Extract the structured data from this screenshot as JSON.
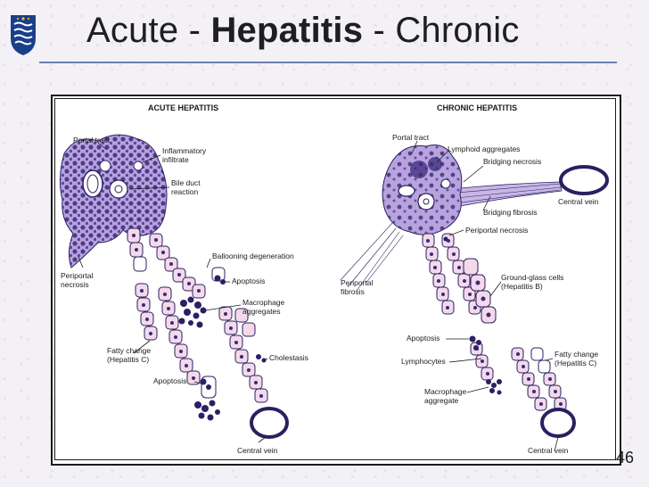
{
  "slide": {
    "title_part1": "Acute - ",
    "title_bold": "Hepatitis",
    "title_part2": " - Chronic",
    "page_number": "46"
  },
  "acute": {
    "heading": "ACUTE HEPATITIS",
    "labels": {
      "portal_tract": "Portal tract",
      "inflammatory_1": "Inflammatory",
      "inflammatory_2": "infiltrate",
      "bile_duct_1": "Bile duct",
      "bile_duct_2": "reaction",
      "ballooning": "Ballooning degeneration",
      "apoptosis_top": "Apoptosis",
      "macrophage_1": "Macrophage",
      "macrophage_2": "aggregates",
      "periportal_1": "Periportal",
      "periportal_2": "necrosis",
      "fatty_1": "Fatty change",
      "fatty_2": "(Hepatitis C)",
      "cholestasis": "Cholestasis",
      "apoptosis_bottom": "Apoptosis",
      "central_vein": "Central vein"
    }
  },
  "chronic": {
    "heading": "CHRONIC HEPATITIS",
    "labels": {
      "portal_tract": "Portal tract",
      "lymphoid": "Lymphoid aggregates",
      "bridging_necrosis": "Bridging necrosis",
      "central_vein_top": "Central vein",
      "bridging_fibrosis": "Bridging fibrosis",
      "periportal_necrosis": "Periportal necrosis",
      "periportal_fibrosis_1": "Periportal",
      "periportal_fibrosis_2": "fibrosis",
      "ground_glass_1": "Ground-glass cells",
      "ground_glass_2": "(Hepatitis B)",
      "apoptosis": "Apoptosis",
      "lymphocytes": "Lymphocytes",
      "macrophage_1": "Macrophage",
      "macrophage_2": "aggregate",
      "fatty_1": "Fatty change",
      "fatty_2": "(Hepatitis C)",
      "central_vein_bottom": "Central vein"
    }
  },
  "colors": {
    "tissue_purple": "#b9a3dd",
    "cell_pink": "#f3d9ea",
    "nucleus": "#3a2a7a",
    "title_rule": "#6d7fb4"
  }
}
